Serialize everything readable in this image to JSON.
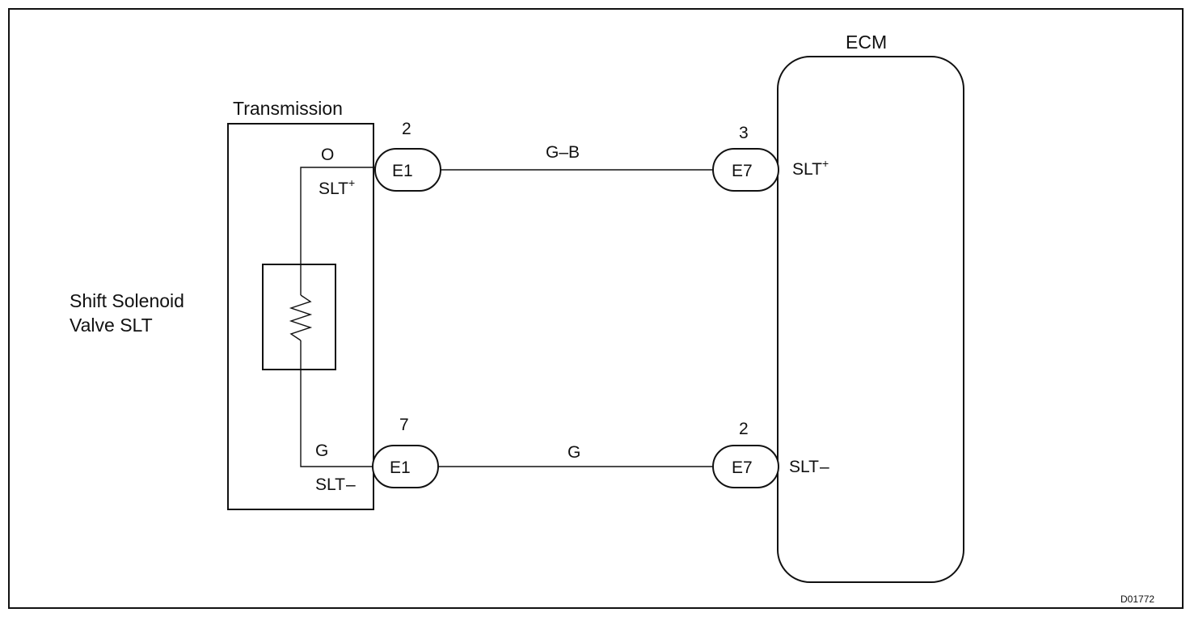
{
  "components": {
    "transmission": {
      "title": "Transmission"
    },
    "solenoid": {
      "label_line1": "Shift Solenoid",
      "label_line2": "Valve SLT"
    },
    "ecm": {
      "title": "ECM"
    }
  },
  "connectors": {
    "e1_top": {
      "code": "E1",
      "pin": "2"
    },
    "e1_bottom": {
      "code": "E1",
      "pin": "7"
    },
    "e7_top": {
      "code": "E7",
      "pin": "3"
    },
    "e7_bottom": {
      "code": "E7",
      "pin": "2"
    }
  },
  "wires": {
    "top": {
      "color": "G–B"
    },
    "bottom": {
      "color": "G"
    }
  },
  "transmission_terminals": {
    "top": {
      "wire_color": "O",
      "name": "SLT",
      "sign": "+"
    },
    "bottom": {
      "wire_color": "G",
      "name": "SLT",
      "sign": "–"
    }
  },
  "ecm_terminals": {
    "top": {
      "name": "SLT",
      "sign": "+"
    },
    "bottom": {
      "name": "SLT",
      "sign": "–"
    }
  },
  "figure_code": "D01772"
}
